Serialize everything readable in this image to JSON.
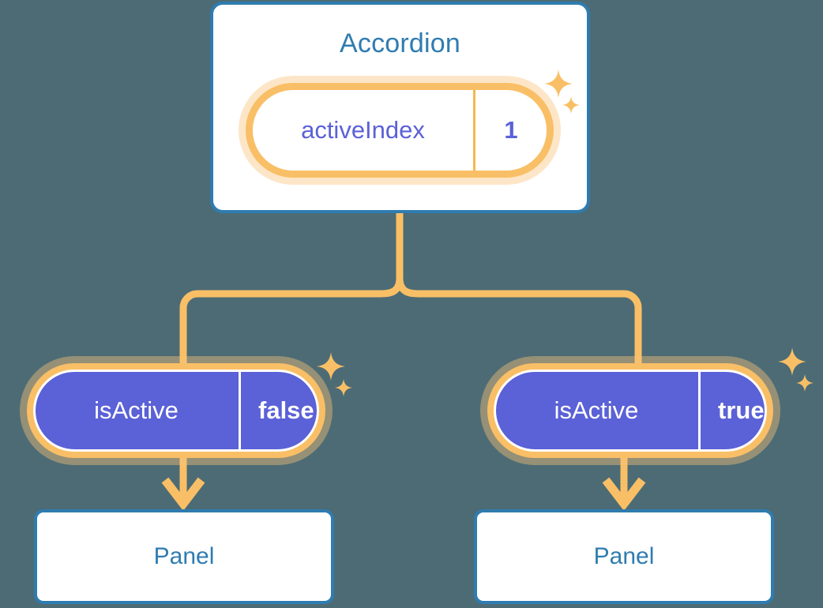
{
  "theme": {
    "background": "#4d6b74",
    "card_border": "#2f7cb0",
    "card_fill": "#ffffff",
    "title_text": "#2f7cb0",
    "pill_ring": "#f9bf66",
    "pill_halo": "#fbd9a6",
    "pill_solid_fill": "#5b61d6",
    "accent_indigo": "#5b61d6",
    "connector": "#f9bf66",
    "sparkle": "#f9bf66"
  },
  "diagram": {
    "type": "component-state-tree",
    "root": {
      "title": "Accordion",
      "state": {
        "key": "activeIndex",
        "value": "1"
      }
    },
    "children": [
      {
        "state": {
          "key": "isActive",
          "value": "false"
        },
        "panel_label": "Panel"
      },
      {
        "state": {
          "key": "isActive",
          "value": "true"
        },
        "panel_label": "Panel"
      }
    ]
  },
  "sparkles": [
    {
      "name": "sparkle-top-large"
    },
    {
      "name": "sparkle-top-small"
    },
    {
      "name": "sparkle-left-large"
    },
    {
      "name": "sparkle-left-small"
    },
    {
      "name": "sparkle-right-large"
    },
    {
      "name": "sparkle-right-small"
    }
  ]
}
